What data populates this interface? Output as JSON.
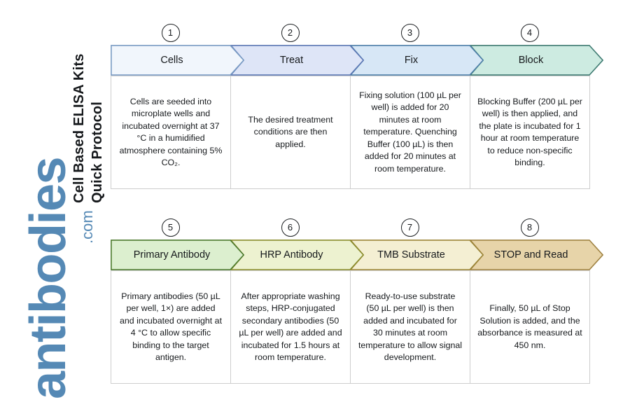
{
  "title": {
    "line1": "Cell Based ELISA Kits",
    "line2": "Quick Protocol"
  },
  "logo": {
    "main": "antibodies",
    "tld": ".com",
    "color": "#5589b5"
  },
  "rows": [
    {
      "steps": [
        {
          "number": "1",
          "label": "Cells",
          "fill": "#f1f6fc",
          "stroke": "#7a9cc4",
          "description": "Cells are seeded into microplate wells and incubated overnight at 37 °C in a humidified atmosphere containing 5% CO₂."
        },
        {
          "number": "2",
          "label": "Treat",
          "fill": "#dee5f7",
          "stroke": "#5b77b4",
          "description": "The desired treatment conditions are then applied."
        },
        {
          "number": "3",
          "label": "Fix",
          "fill": "#d7e7f6",
          "stroke": "#4d7fa8",
          "description": "Fixing solution (100 µL per well) is added for 20 minutes at room temperature. Quenching Buffer (100 µL) is then added for 20 minutes at room temperature."
        },
        {
          "number": "4",
          "label": "Block",
          "fill": "#cdebe1",
          "stroke": "#3f7b72",
          "description": "Blocking Buffer (200 µL per well) is then applied, and the plate is incubated for 1 hour at room temperature to reduce non-specific binding."
        }
      ]
    },
    {
      "steps": [
        {
          "number": "5",
          "label": "Primary Antibody",
          "fill": "#dcefcf",
          "stroke": "#4d7a2e",
          "description": "Primary antibodies (50 µL per well, 1×) are added and incubated overnight at 4 °C to allow specific binding to the target antigen."
        },
        {
          "number": "6",
          "label": "HRP Antibody",
          "fill": "#edf2d0",
          "stroke": "#8a8c2c",
          "description": "After appropriate washing steps, HRP-conjugated secondary antibodies (50 µL per well) are added and incubated for 1.5 hours at room temperature."
        },
        {
          "number": "7",
          "label": "TMB Substrate",
          "fill": "#f4efd3",
          "stroke": "#9c8537",
          "description": "Ready-to-use substrate (50 µL per well) is then added and incubated for 30 minutes at room temperature to allow signal development."
        },
        {
          "number": "8",
          "label": "STOP and Read",
          "fill": "#e7d4a9",
          "stroke": "#a08343",
          "description": "Finally, 50 µL of Stop Solution is added, and the absorbance is measured at 450 nm."
        }
      ]
    }
  ]
}
